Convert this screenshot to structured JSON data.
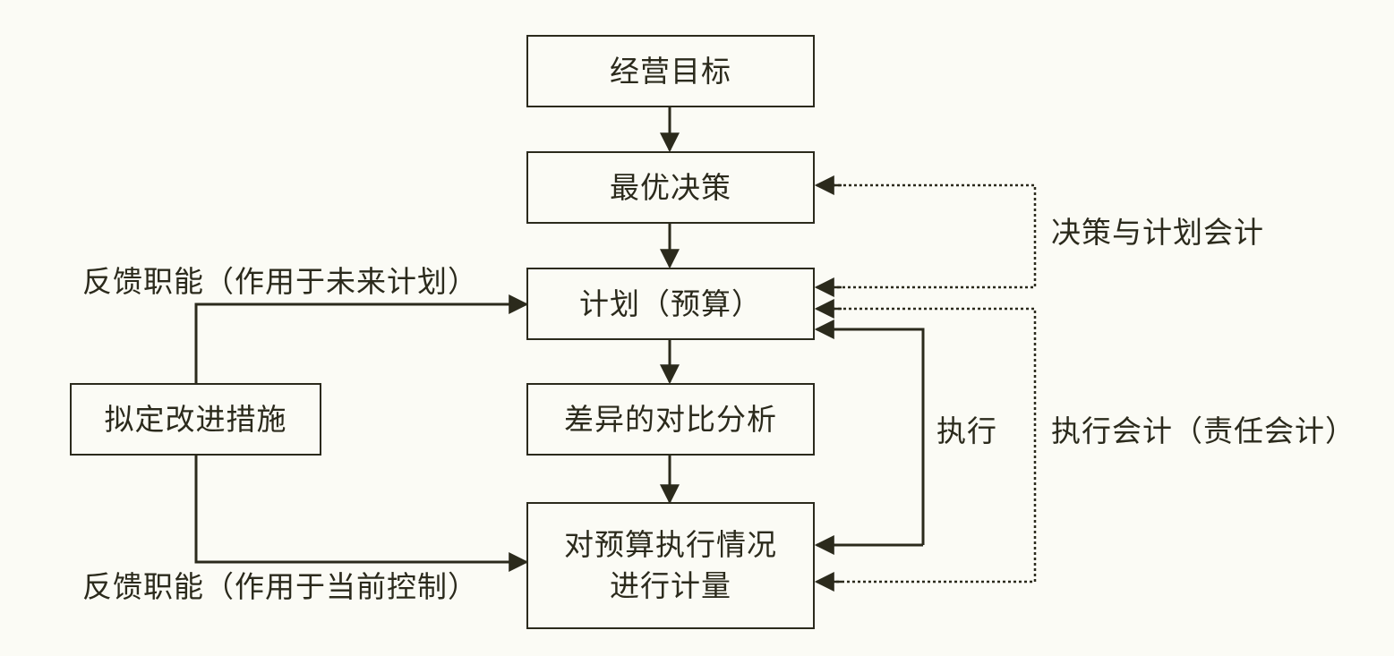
{
  "nodes": {
    "goal": "经营目标",
    "decision": "最优决策",
    "plan": "计划（预算）",
    "variance": "差异的对比分析",
    "measure": "对预算执行情况进行计量",
    "improve": "拟定改进措施"
  },
  "labels": {
    "feedback_future": "反馈职能（作用于未来计划）",
    "feedback_current": "反馈职能（作用于当前控制）",
    "execute": "执行",
    "decision_accounting": "决策与计划会计",
    "execution_accounting": "执行会计（责任会计）"
  },
  "colors": {
    "stroke": "#2b2a1c",
    "background": "#fbfbf5"
  }
}
